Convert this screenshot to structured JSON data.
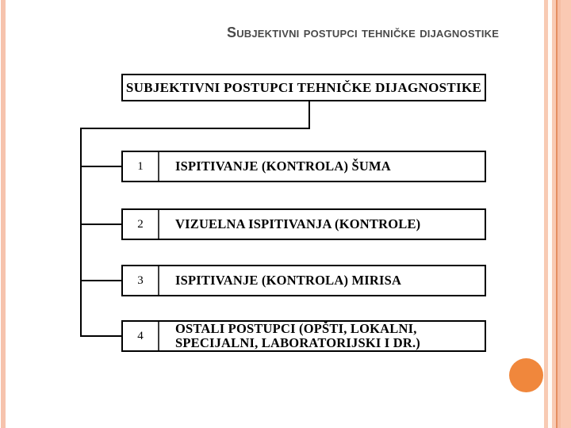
{
  "slide": {
    "title": "Subjektivni postupci tehničke dijagnostike"
  },
  "diagram": {
    "root_label": "SUBJEKTIVNI POSTUPCI TEHNIČKE DIJAGNOSTIKE",
    "rows": [
      {
        "number": "1",
        "label": "ISPITIVANJE (KONTROLA) ŠUMA"
      },
      {
        "number": "2",
        "label": "VIZUELNA ISPITIVANJA (KONTROLE)"
      },
      {
        "number": "3",
        "label": "ISPITIVANJE (KONTROLA) MIRISA"
      },
      {
        "number": "4",
        "label": "OSTALI POSTUPCI (OPŠTI, LOKALNI, SPECIJALNI, LABORATORIJSKI I DR.)"
      }
    ]
  },
  "theme": {
    "title_color": "#4a4a4a",
    "line_color": "#000000",
    "accent_circle_color": "#F0873C",
    "stripe_peach": "#f8cab3",
    "stripe_cream": "#fffbf7",
    "stripe_orange_line": "#e58e60",
    "stripe_mid_peach": "#f6bda3",
    "stripe_wide_peach": "#fac9b3",
    "left_stripe_color": "#f6c3ad"
  }
}
